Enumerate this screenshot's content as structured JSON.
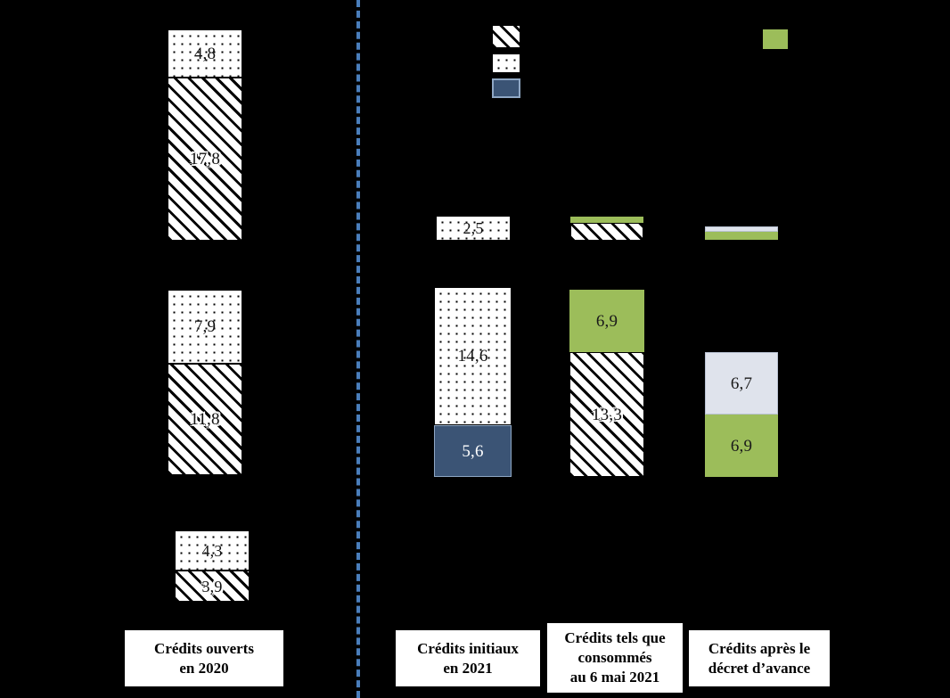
{
  "chart_data": {
    "type": "bar",
    "title": "",
    "subtitle": "",
    "xlabel": "",
    "ylabel": "",
    "stacked": true,
    "grid": false,
    "legend_position": "top",
    "background": "#000000",
    "value_format": "french-decimal-comma",
    "categories": [
      "Crédits ouverts en 2020",
      "Crédits initiaux en 2021",
      "Crédits tels que consommés au 6 mai 2021",
      "Crédits après le décret d’avance"
    ],
    "legend": [
      {
        "key": "hatch",
        "label": "",
        "pattern": "diagonal-hatch",
        "color": "#ffffff"
      },
      {
        "key": "dot",
        "label": "",
        "pattern": "dotted",
        "color": "#ffffff"
      },
      {
        "key": "navy",
        "label": "",
        "pattern": "solid",
        "color": "#3b5475"
      },
      {
        "key": "green",
        "label": "",
        "pattern": "solid",
        "color": "#9cbd5a"
      }
    ],
    "groups": [
      {
        "name": "Crédits ouverts en 2020",
        "blocks": [
          {
            "name": "block-top",
            "segments": [
              {
                "series": "dot",
                "value": 4.8,
                "label": "4,8"
              },
              {
                "series": "hatch",
                "value": 17.8,
                "label": "17,8"
              }
            ]
          },
          {
            "name": "block-middle",
            "segments": [
              {
                "series": "dot",
                "value": 7.9,
                "label": "7,9"
              },
              {
                "series": "hatch",
                "value": 11.8,
                "label": "11,8"
              }
            ]
          },
          {
            "name": "block-bottom",
            "segments": [
              {
                "series": "dot",
                "value": 4.3,
                "label": "4,3"
              },
              {
                "series": "hatch",
                "value": 3.9,
                "label": "3,9"
              }
            ]
          }
        ]
      },
      {
        "name": "Crédits initiaux en 2021",
        "blocks": [
          {
            "name": "block-top",
            "segments": [
              {
                "series": "dot",
                "value": 2.5,
                "label": "2,5"
              }
            ]
          },
          {
            "name": "block-middle",
            "segments": [
              {
                "series": "dot",
                "value": 14.6,
                "label": "14,6"
              },
              {
                "series": "navy",
                "value": 5.6,
                "label": "5,6"
              }
            ]
          }
        ]
      },
      {
        "name": "Crédits tels que consommés au 6 mai 2021",
        "blocks": [
          {
            "name": "block-top",
            "segments": [
              {
                "series": "green",
                "value": 0.3,
                "label": ""
              },
              {
                "series": "hatch",
                "value": 1.0,
                "label": ""
              }
            ]
          },
          {
            "name": "block-middle",
            "segments": [
              {
                "series": "green",
                "value": 6.9,
                "label": "6,9"
              },
              {
                "series": "hatch",
                "value": 13.3,
                "label": "13,3"
              }
            ]
          }
        ]
      },
      {
        "name": "Crédits après le décret d’avance",
        "blocks": [
          {
            "name": "block-top",
            "segments": [
              {
                "series": "pale",
                "value": 0.3,
                "label": ""
              },
              {
                "series": "green",
                "value": 0.4,
                "label": ""
              }
            ]
          },
          {
            "name": "block-middle",
            "segments": [
              {
                "series": "pale",
                "value": 6.7,
                "label": "6,7"
              },
              {
                "series": "green",
                "value": 6.9,
                "label": "6,9"
              }
            ]
          }
        ]
      }
    ]
  },
  "divider": {
    "name": "vertical-dashed-separator",
    "color": "#4a7ebb"
  },
  "legend": {
    "swatch_hatch_label": "",
    "swatch_dot_label": "",
    "swatch_navy_label": "",
    "swatch_green_label": ""
  },
  "bars": {
    "c2020": {
      "top_dot": "4,8",
      "top_hatch": "17,8",
      "mid_dot": "7,9",
      "mid_hatch": "11,8",
      "low_dot": "4,3",
      "low_hatch": "3,9"
    },
    "c2021_initiaux": {
      "top_dot": "2,5",
      "mid_dot": "14,6",
      "mid_navy": "5,6"
    },
    "c2021_consommes": {
      "mid_green": "6,9",
      "mid_hatch": "13,3"
    },
    "c2021_decret": {
      "mid_pale": "6,7",
      "mid_green": "6,9"
    }
  },
  "categories": {
    "c0_line1": "Crédits ouverts",
    "c0_line2": "en 2020",
    "c1_line1": "Crédits initiaux",
    "c1_line2": "en 2021",
    "c2_line1": "Crédits tels que",
    "c2_line2": "consommés",
    "c2_line3": "au 6 mai 2021",
    "c3_line1": "Crédits après le",
    "c3_line2": "décret d’avance"
  },
  "colors": {
    "background": "#000000",
    "navy": "#3b5475",
    "green": "#9cbd5a",
    "pale_blue": "#dfe3ec",
    "divider_blue": "#4a7ebb",
    "pattern_bg": "#ffffff",
    "pattern_ink": "#000000"
  }
}
